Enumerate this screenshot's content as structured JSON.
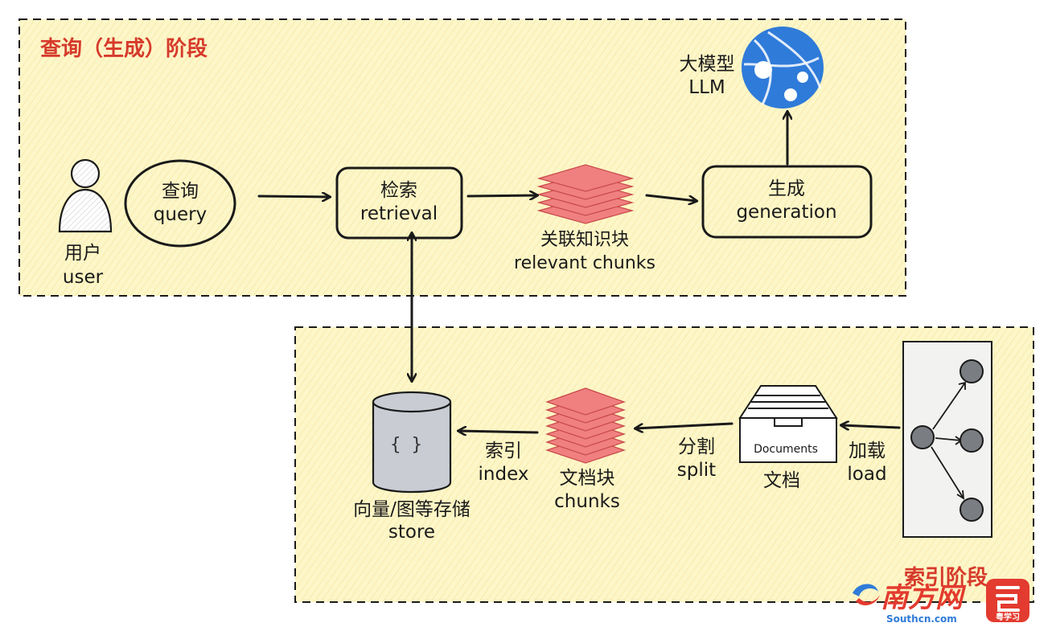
{
  "stages": {
    "query": {
      "title": "查询（生成）阶段"
    },
    "index": {
      "title": "索引阶段"
    }
  },
  "nodes": {
    "user": {
      "line1": "用户",
      "line2": "user",
      "icon": "person-icon"
    },
    "query": {
      "line1": "查询",
      "line2": "query"
    },
    "retrieval": {
      "line1": "检索",
      "line2": "retrieval"
    },
    "relevant_chunks": {
      "line1": "关联知识块",
      "line2": "relevant chunks",
      "icon": "stacked-layers-icon"
    },
    "generation": {
      "line1": "生成",
      "line2": "generation"
    },
    "llm": {
      "line1": "大模型",
      "line2": "LLM",
      "icon": "globe-icon"
    },
    "store": {
      "line1": "向量/图等存储",
      "line2": "store",
      "symbol": "{ }",
      "icon": "database-cylinder-icon"
    },
    "chunks": {
      "line1": "文档块",
      "line2": "chunks",
      "icon": "stacked-layers-icon"
    },
    "documents": {
      "box_label": "Documents",
      "caption": "文档",
      "icon": "file-drawer-icon"
    },
    "source": {
      "icon": "node-graph-icon"
    }
  },
  "edges": {
    "index": {
      "line1": "索引",
      "line2": "index"
    },
    "split": {
      "line1": "分割",
      "line2": "split"
    },
    "load": {
      "line1": "加载",
      "line2": "load"
    }
  },
  "watermark": {
    "brand": "南方网",
    "domain": "Southcn.com",
    "app": "粤学习"
  },
  "colors": {
    "stage_fill": "#fdf6c8",
    "stage_title": "#d63a2b",
    "chunk_red": "#f08080",
    "globe_blue": "#2f7bd9",
    "store_gray": "#c9ccd3",
    "node_gray": "#7a7d82"
  }
}
